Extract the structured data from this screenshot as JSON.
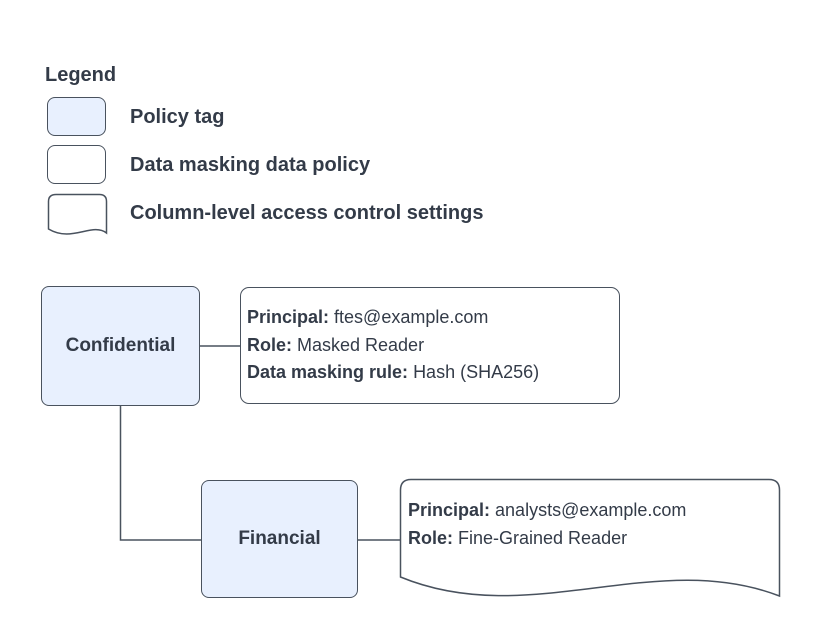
{
  "colors": {
    "policy_tag_fill": "#e8f0fe",
    "node_fill": "#ffffff",
    "stroke": "#49525e",
    "text": "#333b48"
  },
  "legend": {
    "title": "Legend",
    "items": [
      {
        "swatch": "policy-tag-swatch",
        "label": "Policy tag"
      },
      {
        "swatch": "data-masking-policy-swatch",
        "label": "Data masking data policy"
      },
      {
        "swatch": "column-access-swatch",
        "label": "Column-level access control settings"
      }
    ]
  },
  "diagram": {
    "policy_tags": [
      {
        "label": "Confidential"
      },
      {
        "label": "Financial"
      }
    ],
    "data_masking_policy": {
      "fields": [
        {
          "label": "Principal:",
          "value": "ftes@example.com"
        },
        {
          "label": "Role:",
          "value": "Masked Reader"
        },
        {
          "label": "Data masking rule:",
          "value": "Hash (SHA256)"
        }
      ]
    },
    "column_access_settings": {
      "fields": [
        {
          "label": "Principal:",
          "value": "analysts@example.com"
        },
        {
          "label": "Role:",
          "value": "Fine-Grained Reader"
        }
      ]
    }
  }
}
